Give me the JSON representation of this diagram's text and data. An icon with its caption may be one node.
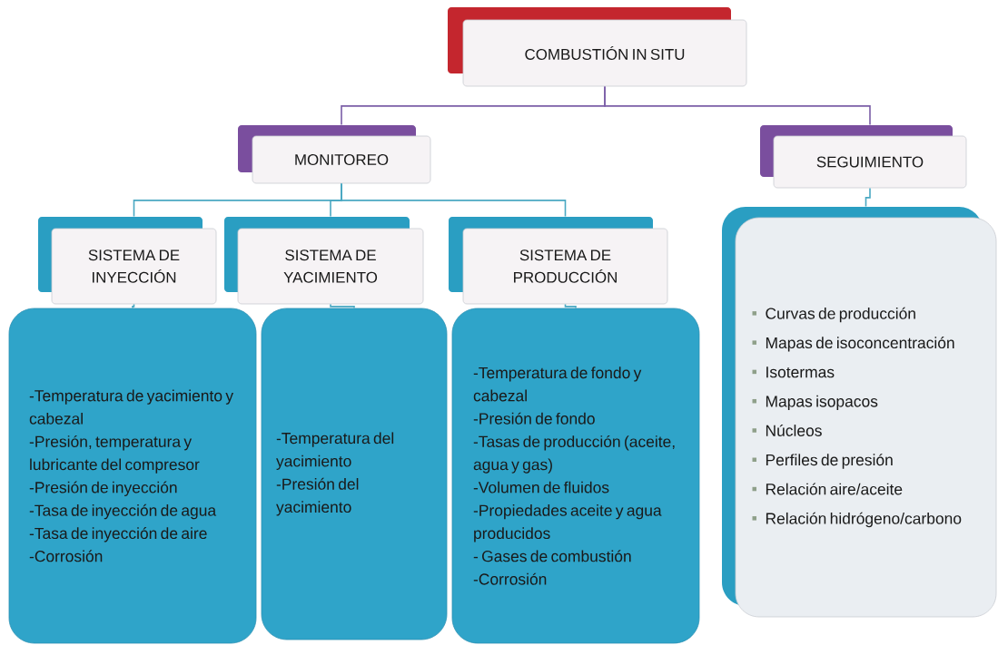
{
  "diagram": {
    "nodes": [
      {
        "text": [
          "COMBUSTIÓN IN SITU"
        ]
      },
      {
        "text": [
          "MONITOREO"
        ]
      },
      {
        "text": [
          "SEGUIMIENTO"
        ]
      },
      {
        "text": [
          "SISTEMA DE INYECCIÓN"
        ]
      },
      {
        "text": [
          "SISTEMA DE YACIMIENTO"
        ]
      },
      {
        "text": [
          "SISTEMA DE PRODUCCIÓN"
        ]
      },
      {
        "text": [
          "-Temperatura de yacimiento y cabezal",
          "-Presión, temperatura y lubricante del compresor",
          "-Presión de inyección",
          "-Tasa de inyección de agua",
          "-Tasa de inyección de aire",
          "-Corrosión"
        ]
      },
      {
        "text": [
          "-Temperatura del yacimiento",
          "-Presión del yacimiento"
        ]
      },
      {
        "text": [
          "-Temperatura de fondo y cabezal",
          "-Presión de fondo",
          "-Tasas de producción (aceite, agua y gas)",
          "-Volumen de fluidos",
          "-Propiedades aceite y agua producidos",
          "- Gases de combustión",
          "-Corrosión"
        ]
      },
      {
        "text": [
          "Curvas de producción",
          "Mapas de isoconcentración",
          "Isotermas",
          "Mapas isopacos",
          "Núcleos",
          "Perfiles de presión",
          "Relación aire/aceite",
          "Relación hidrógeno/carbono"
        ]
      }
    ],
    "edges": [
      {
        "from": 0,
        "to": 1,
        "arrow": "none",
        "color": "#7b5ea7"
      },
      {
        "from": 0,
        "to": 2,
        "arrow": "none",
        "color": "#7b5ea7"
      },
      {
        "from": 1,
        "to": 3,
        "arrow": "none"
      },
      {
        "from": 1,
        "to": 4,
        "arrow": "none"
      },
      {
        "from": 1,
        "to": 5,
        "arrow": "none"
      },
      {
        "from": 3,
        "to": 6,
        "arrow": "none"
      },
      {
        "from": 4,
        "to": 7,
        "arrow": "none"
      },
      {
        "from": 5,
        "to": 8,
        "arrow": "none"
      },
      {
        "from": 2,
        "to": 9,
        "arrow": "none"
      }
    ]
  }
}
